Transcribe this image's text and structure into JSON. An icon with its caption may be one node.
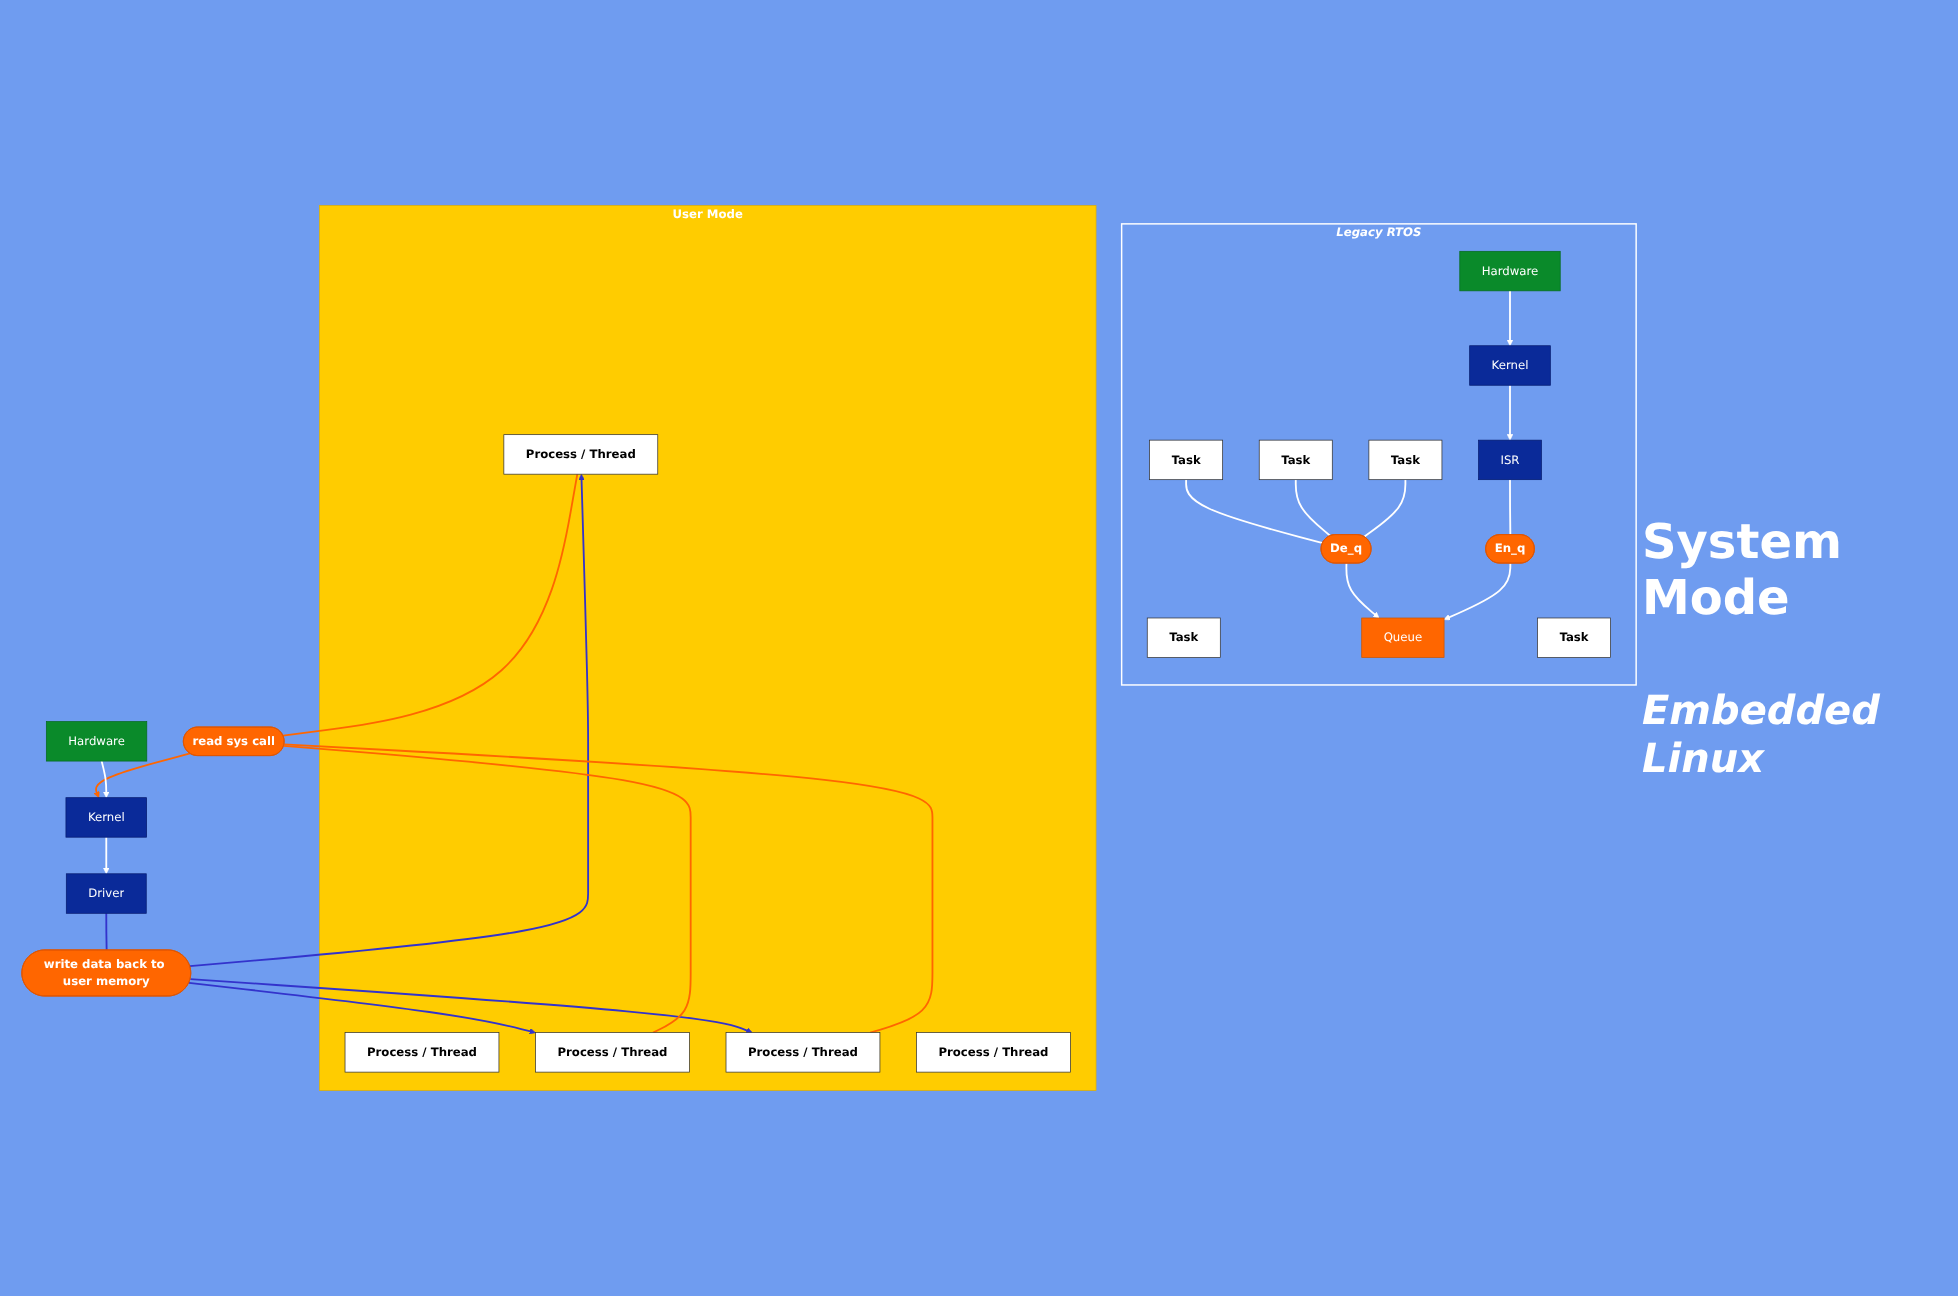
{
  "diagram": {
    "nodes": [
      {
        "text": [
          "Legacy RTOS"
        ]
      },
      {
        "text": [
          "Task"
        ],
        "in": 0
      },
      {
        "text": [
          "Task"
        ],
        "in": 0
      },
      {
        "text": [
          "Task"
        ],
        "in": 0
      },
      {
        "text": [
          "Task"
        ],
        "in": 0
      },
      {
        "text": [
          "Task"
        ],
        "in": 0
      },
      {
        "text": [
          "De_q"
        ],
        "in": 0
      },
      {
        "text": [
          "Queue"
        ],
        "in": 0
      },
      {
        "text": [
          "En_q"
        ],
        "in": 0
      },
      {
        "text": [
          "ISR"
        ],
        "in": 0
      },
      {
        "text": [
          "Kernel"
        ],
        "in": 0
      },
      {
        "text": [
          "Hardware"
        ],
        "in": 0
      },
      {
        "text": [
          "User Mode"
        ]
      },
      {
        "text": [
          "Process / Thread"
        ],
        "in": 12
      },
      {
        "text": [
          "Process / Thread"
        ],
        "in": 12
      },
      {
        "text": [
          "Process / Thread"
        ],
        "in": 12
      },
      {
        "text": [
          "Process / Thread"
        ],
        "in": 12
      },
      {
        "text": [
          "Process / Thread"
        ],
        "in": 12
      },
      {
        "text": [
          "write data back to user memory"
        ]
      },
      {
        "text": [
          "read sys call"
        ]
      },
      {
        "text": [
          "Driver"
        ]
      },
      {
        "text": [
          "Kernel"
        ]
      },
      {
        "text": [
          "Hardware"
        ]
      }
    ],
    "edges": [
      {
        "from": 2,
        "to": 6,
        "arrow": "none"
      },
      {
        "from": 3,
        "to": 6,
        "arrow": "none"
      },
      {
        "from": 4,
        "to": 6,
        "arrow": "none"
      },
      {
        "from": 6,
        "to": 7,
        "arrow": "to"
      },
      {
        "from": 8,
        "to": 7,
        "arrow": "to"
      },
      {
        "from": 9,
        "to": 8,
        "arrow": "none"
      },
      {
        "from": 10,
        "to": 9,
        "arrow": "to"
      },
      {
        "from": 11,
        "to": 10,
        "arrow": "to"
      },
      {
        "from": 20,
        "to": 18,
        "arrow": "none",
        "color": "#3333cc"
      },
      {
        "from": 18,
        "to": 14,
        "arrow": "to",
        "color": "#3333cc"
      },
      {
        "from": 18,
        "to": 15,
        "arrow": "to",
        "color": "#3333cc"
      },
      {
        "from": 18,
        "to": 16,
        "arrow": "to",
        "color": "#3333cc"
      },
      {
        "from": 14,
        "to": 19,
        "arrow": "none",
        "color": "#ff6600"
      },
      {
        "from": 15,
        "to": 19,
        "arrow": "none",
        "color": "#ff6600"
      },
      {
        "from": 16,
        "to": 19,
        "arrow": "none",
        "color": "#ff6600"
      },
      {
        "from": 19,
        "to": 21,
        "arrow": "to",
        "color": "#ff6600"
      },
      {
        "from": 21,
        "to": 20,
        "arrow": "to"
      },
      {
        "from": 22,
        "to": 21,
        "arrow": "to"
      }
    ],
    "labels": [
      "System Mode",
      "Embedded Linux"
    ]
  }
}
